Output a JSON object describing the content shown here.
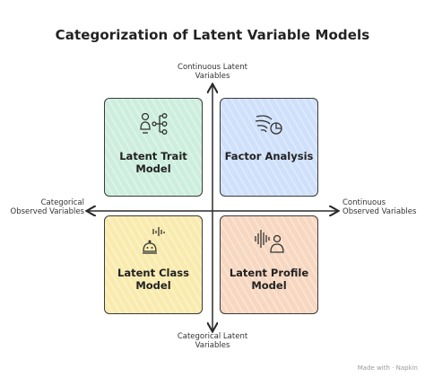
{
  "title": "Categorization of Latent Variable Models",
  "axes": {
    "top": [
      "Continuous Latent",
      "Variables"
    ],
    "bottom": [
      "Categorical Latent",
      "Variables"
    ],
    "left": [
      "Categorical",
      "Observed Variables"
    ],
    "right": [
      "Continuous",
      "Observed Variables"
    ]
  },
  "quadrants": {
    "top_left": {
      "label": [
        "Latent Trait",
        "Model"
      ],
      "color": "#cdeede",
      "icon": "hierarchy-person-icon"
    },
    "top_right": {
      "label": [
        "Factor Analysis"
      ],
      "color": "#cfe0fa",
      "icon": "wind-chart-icon"
    },
    "bottom_left": {
      "label": [
        "Latent Class",
        "Model"
      ],
      "color": "#f9ebad",
      "icon": "voice-assistant-icon"
    },
    "bottom_right": {
      "label": [
        "Latent Profile",
        "Model"
      ],
      "color": "#f7d7c0",
      "icon": "voice-profile-icon"
    }
  },
  "colors": {
    "axis": "#2b2b2b",
    "border": "#3a3a3a"
  },
  "footer": "Made with · Napkin"
}
